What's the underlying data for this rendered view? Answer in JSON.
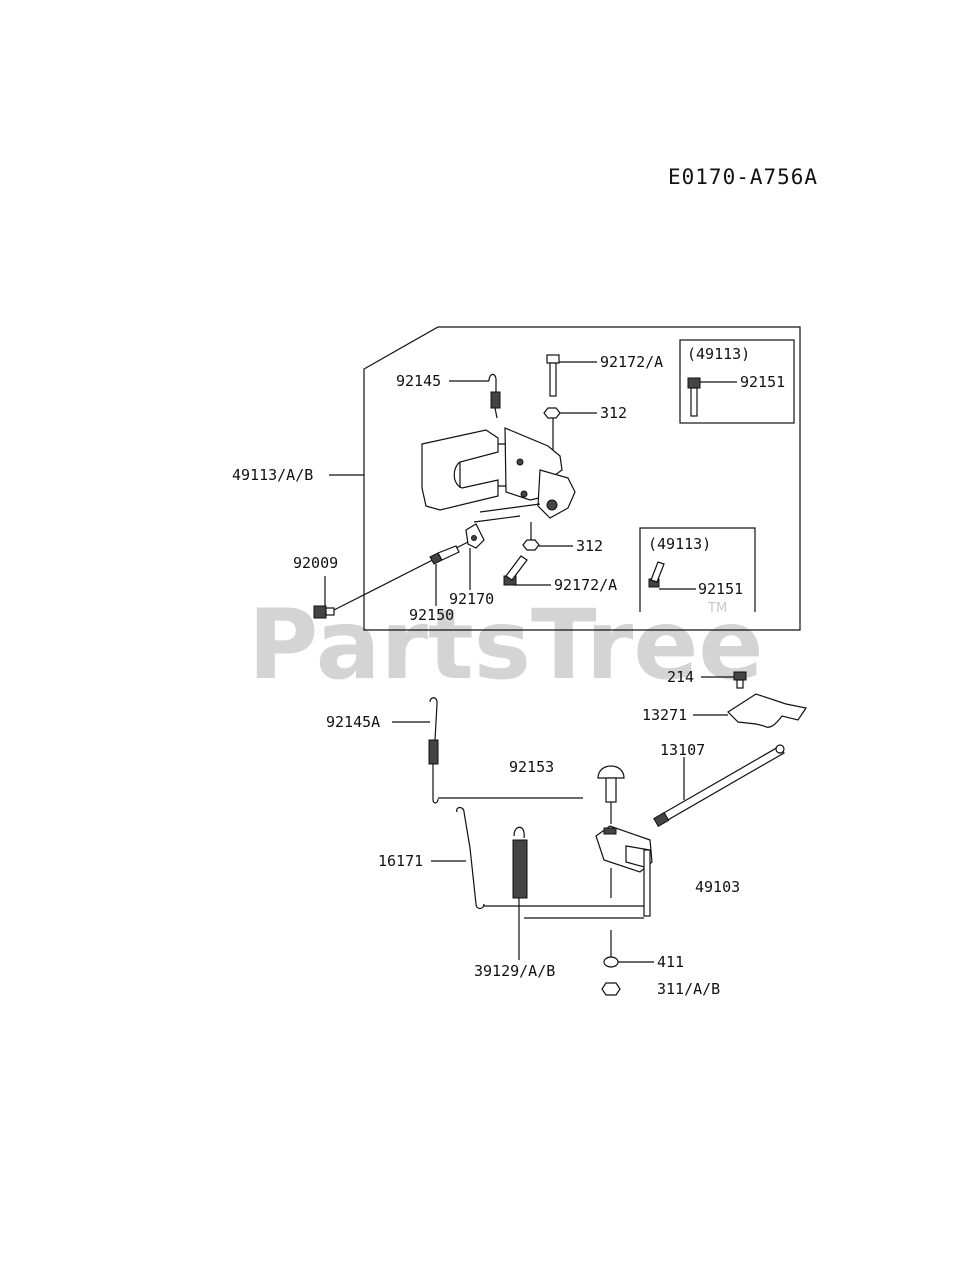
{
  "diagram_code": "E0170-A756A",
  "watermark": {
    "text": "PartsTree",
    "tm": "TM"
  },
  "boxes": {
    "inset_a": "(49113)",
    "inset_b": "(49113)"
  },
  "labels": {
    "p92145": "92145",
    "p92172A_top": "92172/A",
    "p312_top": "312",
    "p92151_a": "92151",
    "p49113AB": "49113/A/B",
    "p312_mid": "312",
    "p92172A_mid": "92172/A",
    "p92151_b": "92151",
    "p92009": "92009",
    "p92170": "92170",
    "p92150": "92150",
    "p214": "214",
    "p13271": "13271",
    "p92145A": "92145A",
    "p13107": "13107",
    "p92153": "92153",
    "p16171": "16171",
    "p49103": "49103",
    "p39129AB": "39129/A/B",
    "p411": "411",
    "p311AB": "311/A/B"
  }
}
